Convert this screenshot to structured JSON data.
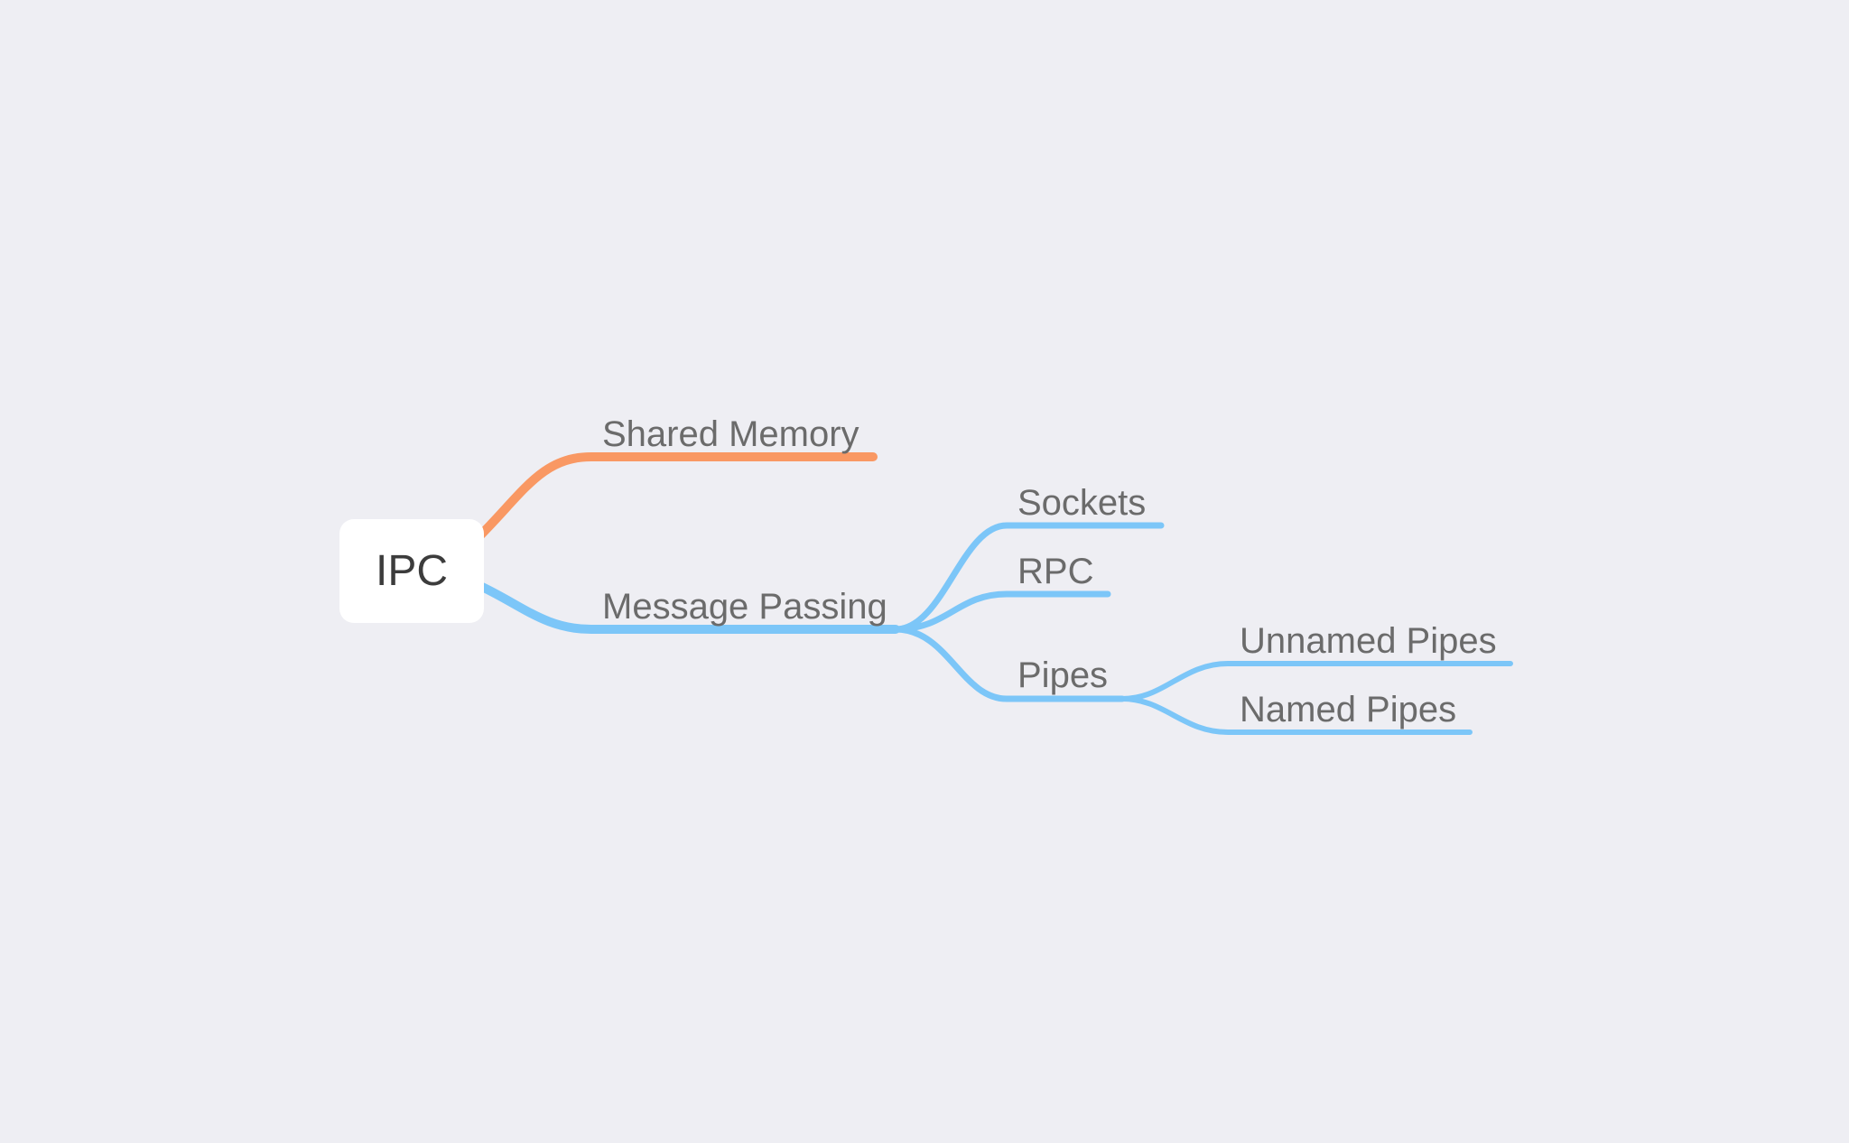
{
  "mindmap": {
    "root": {
      "label": "IPC"
    },
    "colors": {
      "background": "#eeeef3",
      "root_fill": "#ffffff",
      "shared_memory_branch": "#f99863",
      "message_passing_branch": "#7cc6f8",
      "text": "#6b6b6b"
    },
    "topics": {
      "shared_memory": {
        "label": "Shared Memory"
      },
      "message_passing": {
        "label": "Message Passing",
        "children": {
          "sockets": {
            "label": "Sockets"
          },
          "rpc": {
            "label": "RPC"
          },
          "pipes": {
            "label": "Pipes",
            "children": {
              "unnamed_pipes": {
                "label": "Unnamed Pipes"
              },
              "named_pipes": {
                "label": "Named Pipes"
              }
            }
          }
        }
      }
    }
  }
}
